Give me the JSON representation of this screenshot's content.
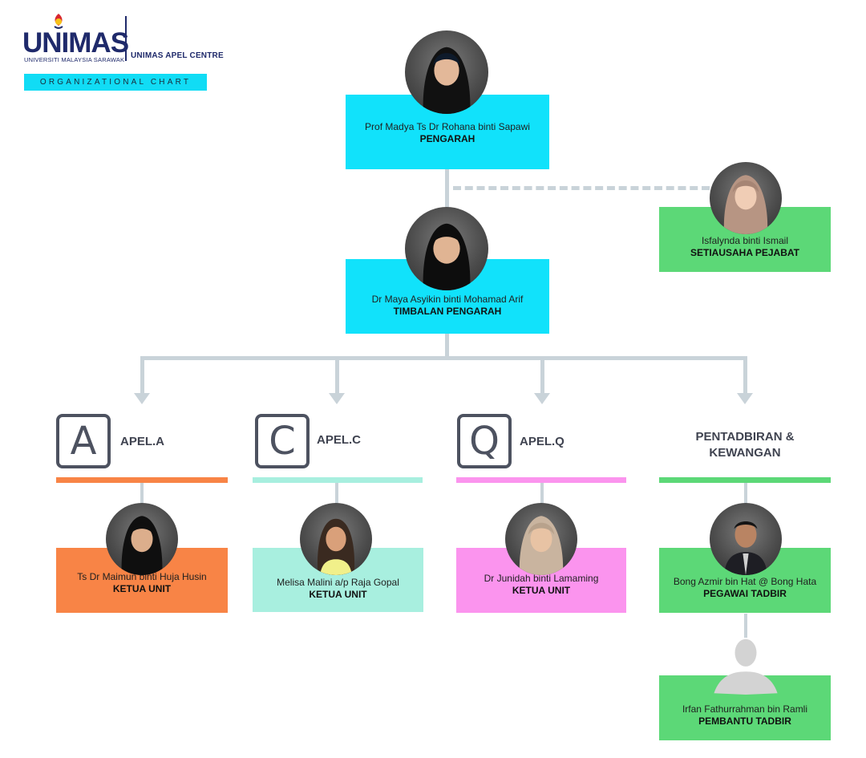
{
  "header": {
    "logo_text": "UNIMAS",
    "logo_subtitle": "UNIVERSITI MALAYSIA SARAWAK",
    "centre_name": "UNIMAS APEL CENTRE",
    "chart_label": "ORGANIZATIONAL CHART"
  },
  "director": {
    "name": "Prof Madya Ts Dr Rohana binti Sapawi",
    "role": "PENGARAH"
  },
  "secretary": {
    "name": "Isfalynda binti Ismail",
    "role": "SETIAUSAHA PEJABAT"
  },
  "deputy": {
    "name": "Dr Maya Asyikin binti Mohamad Arif",
    "role": "TIMBALAN PENGARAH"
  },
  "units": [
    {
      "icon_letter": "A",
      "label": "APEL.A",
      "color": "#f88446",
      "name": "Ts Dr Maimun binti Huja Husin",
      "role": "KETUA UNIT"
    },
    {
      "icon_letter": "C",
      "label": "APEL.C",
      "color": "#a8efdf",
      "name": "Melisa Malini a/p Raja Gopal",
      "role": "KETUA UNIT"
    },
    {
      "icon_letter": "Q",
      "label": "APEL.Q",
      "color": "#fb94ee",
      "name": "Dr Junidah binti Lamaming",
      "role": "KETUA UNIT"
    }
  ],
  "admin": {
    "label_line1": "PENTADBIRAN &",
    "label_line2": "KEWANGAN",
    "color": "#5cd877",
    "officer": {
      "name": "Bong Azmir bin Hat @ Bong Hata",
      "role": "PEGAWAI TADBIR"
    },
    "assistant": {
      "name": "Irfan Fathurrahman bin Ramli",
      "role": "PEMBANTU TADBIR"
    }
  },
  "colors": {
    "cyan": "#11e2fb",
    "green": "#5cd877",
    "connector": "#c9d3d9"
  },
  "icons": [
    "person-photo",
    "placeholder-person-icon",
    "logo-mark-icon"
  ]
}
